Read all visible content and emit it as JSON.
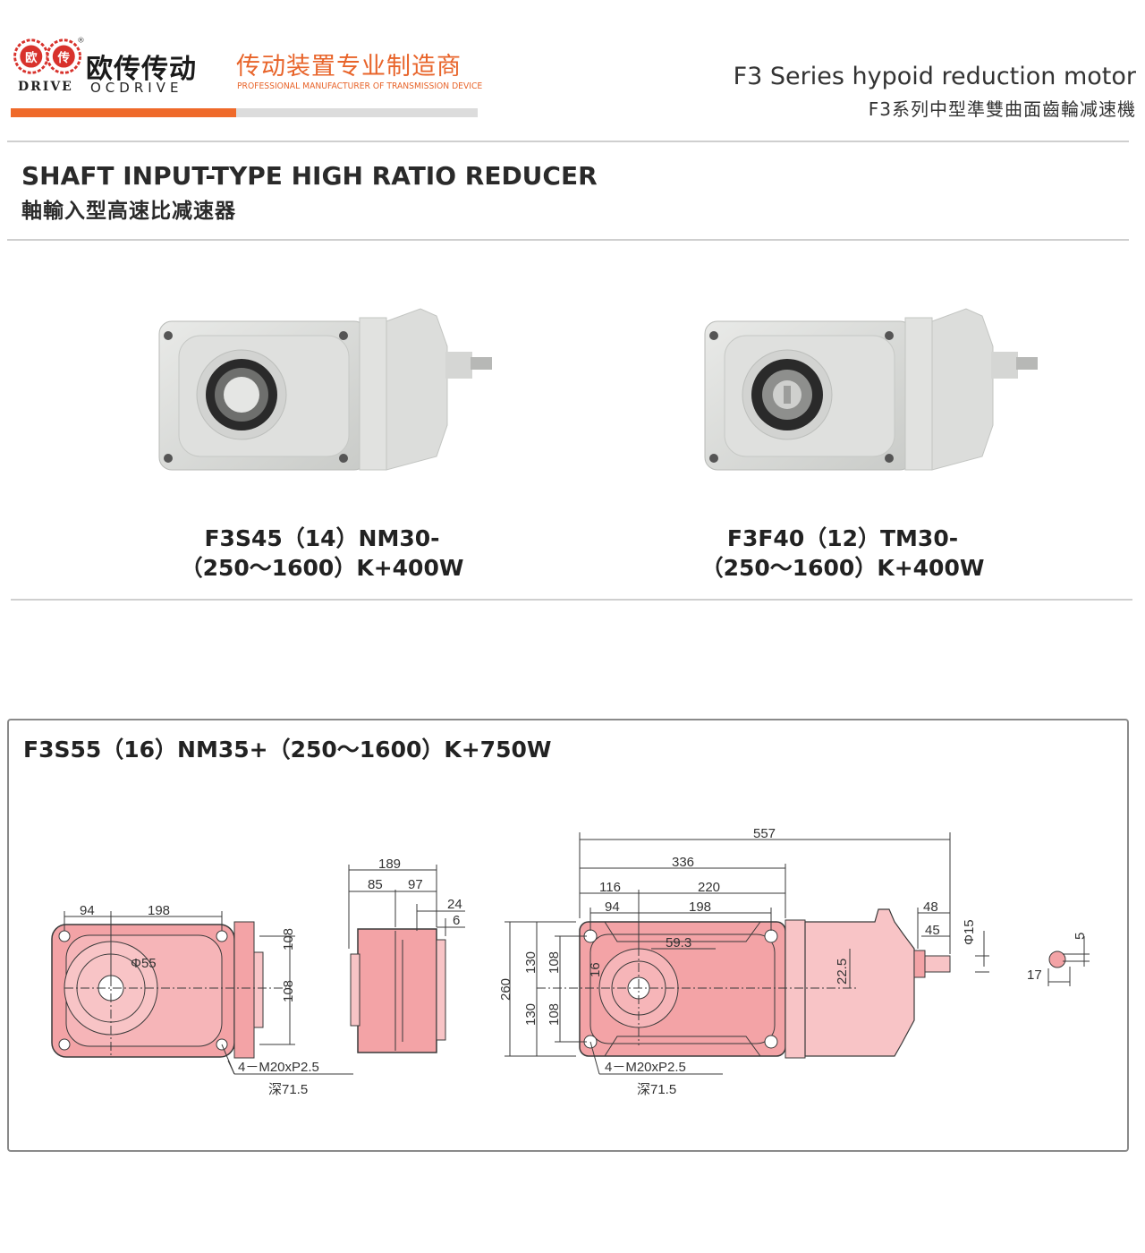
{
  "header": {
    "brand_cn": "欧传传动",
    "brand_en_left": "DRIVE",
    "brand_en_right": "OCDRIVE",
    "logo_glyph_left": "欧",
    "logo_glyph_right": "传",
    "registered_mark": "®",
    "slogan_cn": "传动装置专业制造商",
    "slogan_en": "PROFESSIONAL MANUFACTURER OF TRANSMISSION DEVICE",
    "series_en": "F3 Series hypoid reduction motor",
    "series_cn": "F3系列中型準雙曲面齒輪减速機"
  },
  "section": {
    "title_en": "SHAFT INPUT-TYPE HIGH RATIO REDUCER",
    "title_cn": "軸輸入型高速比减速器"
  },
  "products": [
    {
      "model_line1": "F3S45（14）NM30-",
      "model_line2": "（250～1600）K+400W"
    },
    {
      "model_line1": "F3F40（12）TM30-",
      "model_line2": "（250～1600）K+400W"
    }
  ],
  "drawing": {
    "title": "F3S55（16）NM35+（250～1600）K+750W",
    "front": {
      "dim_94": "94",
      "dim_198": "198",
      "dim_108a": "108",
      "dim_108b": "108",
      "bore": "Φ55",
      "thread": "4－M20xP2.5",
      "depth": "深71.5"
    },
    "side": {
      "dim_189": "189",
      "dim_85": "85",
      "dim_97": "97",
      "dim_24": "24",
      "dim_6": "6"
    },
    "main": {
      "dim_557": "557",
      "dim_336": "336",
      "dim_116": "116",
      "dim_220": "220",
      "dim_94": "94",
      "dim_198": "198",
      "dim_48": "48",
      "dim_45": "45",
      "dim_phi15": "Φ15",
      "dim_260": "260",
      "dim_130a": "130",
      "dim_130b": "130",
      "dim_108a": "108",
      "dim_108b": "108",
      "dim_59_3": "59.3",
      "dim_16": "16",
      "dim_22_5": "22.5",
      "thread": "4－M20xP2.5",
      "depth": "深71.5"
    },
    "key": {
      "dim_5": "5",
      "dim_17": "17"
    },
    "colors": {
      "body_fill": "#f3a3a6",
      "body_light": "#f8c4c6",
      "outline": "#3a3a3a"
    }
  }
}
